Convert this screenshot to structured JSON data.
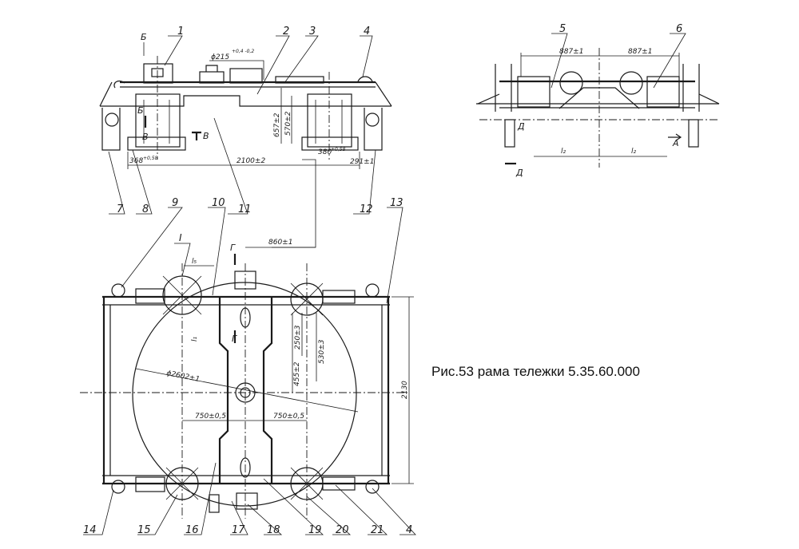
{
  "caption": "Рис.53 рама тележки 5.35.60.000",
  "callouts": [
    "1",
    "2",
    "3",
    "4",
    "5",
    "6",
    "7",
    "8",
    "9",
    "10",
    "11",
    "12",
    "13",
    "14",
    "15",
    "16",
    "17",
    "18",
    "19",
    "20",
    "21",
    "4"
  ],
  "dimensions": {
    "d_215": "ϕ215",
    "d_215_tol": "+0,4\n-0,2",
    "h_657": "657±2",
    "h_570": "570±2",
    "w_368": "368",
    "w_368_tol": "+0,58",
    "w_2100": "2100±2",
    "w_380": "380",
    "w_380_tol": "+0,58",
    "w_291": "291±1",
    "w_887_left": "887±1",
    "w_887_right": "887±1",
    "l_2_left": "l₂",
    "l_2_right": "l₂",
    "w_860": "860±1",
    "l_5": "l₅",
    "l_1": "l₁",
    "d_2602": "ϕ2602±1",
    "h_2130": "2130",
    "w_750_left": "750±0,5",
    "w_750_right": "750±0,5",
    "h_455": "455±2",
    "h_250": "250±3",
    "h_530": "530±3"
  },
  "section_marks": {
    "b": "Б",
    "v": "В",
    "g": "Г",
    "d": "Д",
    "a": "А",
    "detail": "I"
  }
}
